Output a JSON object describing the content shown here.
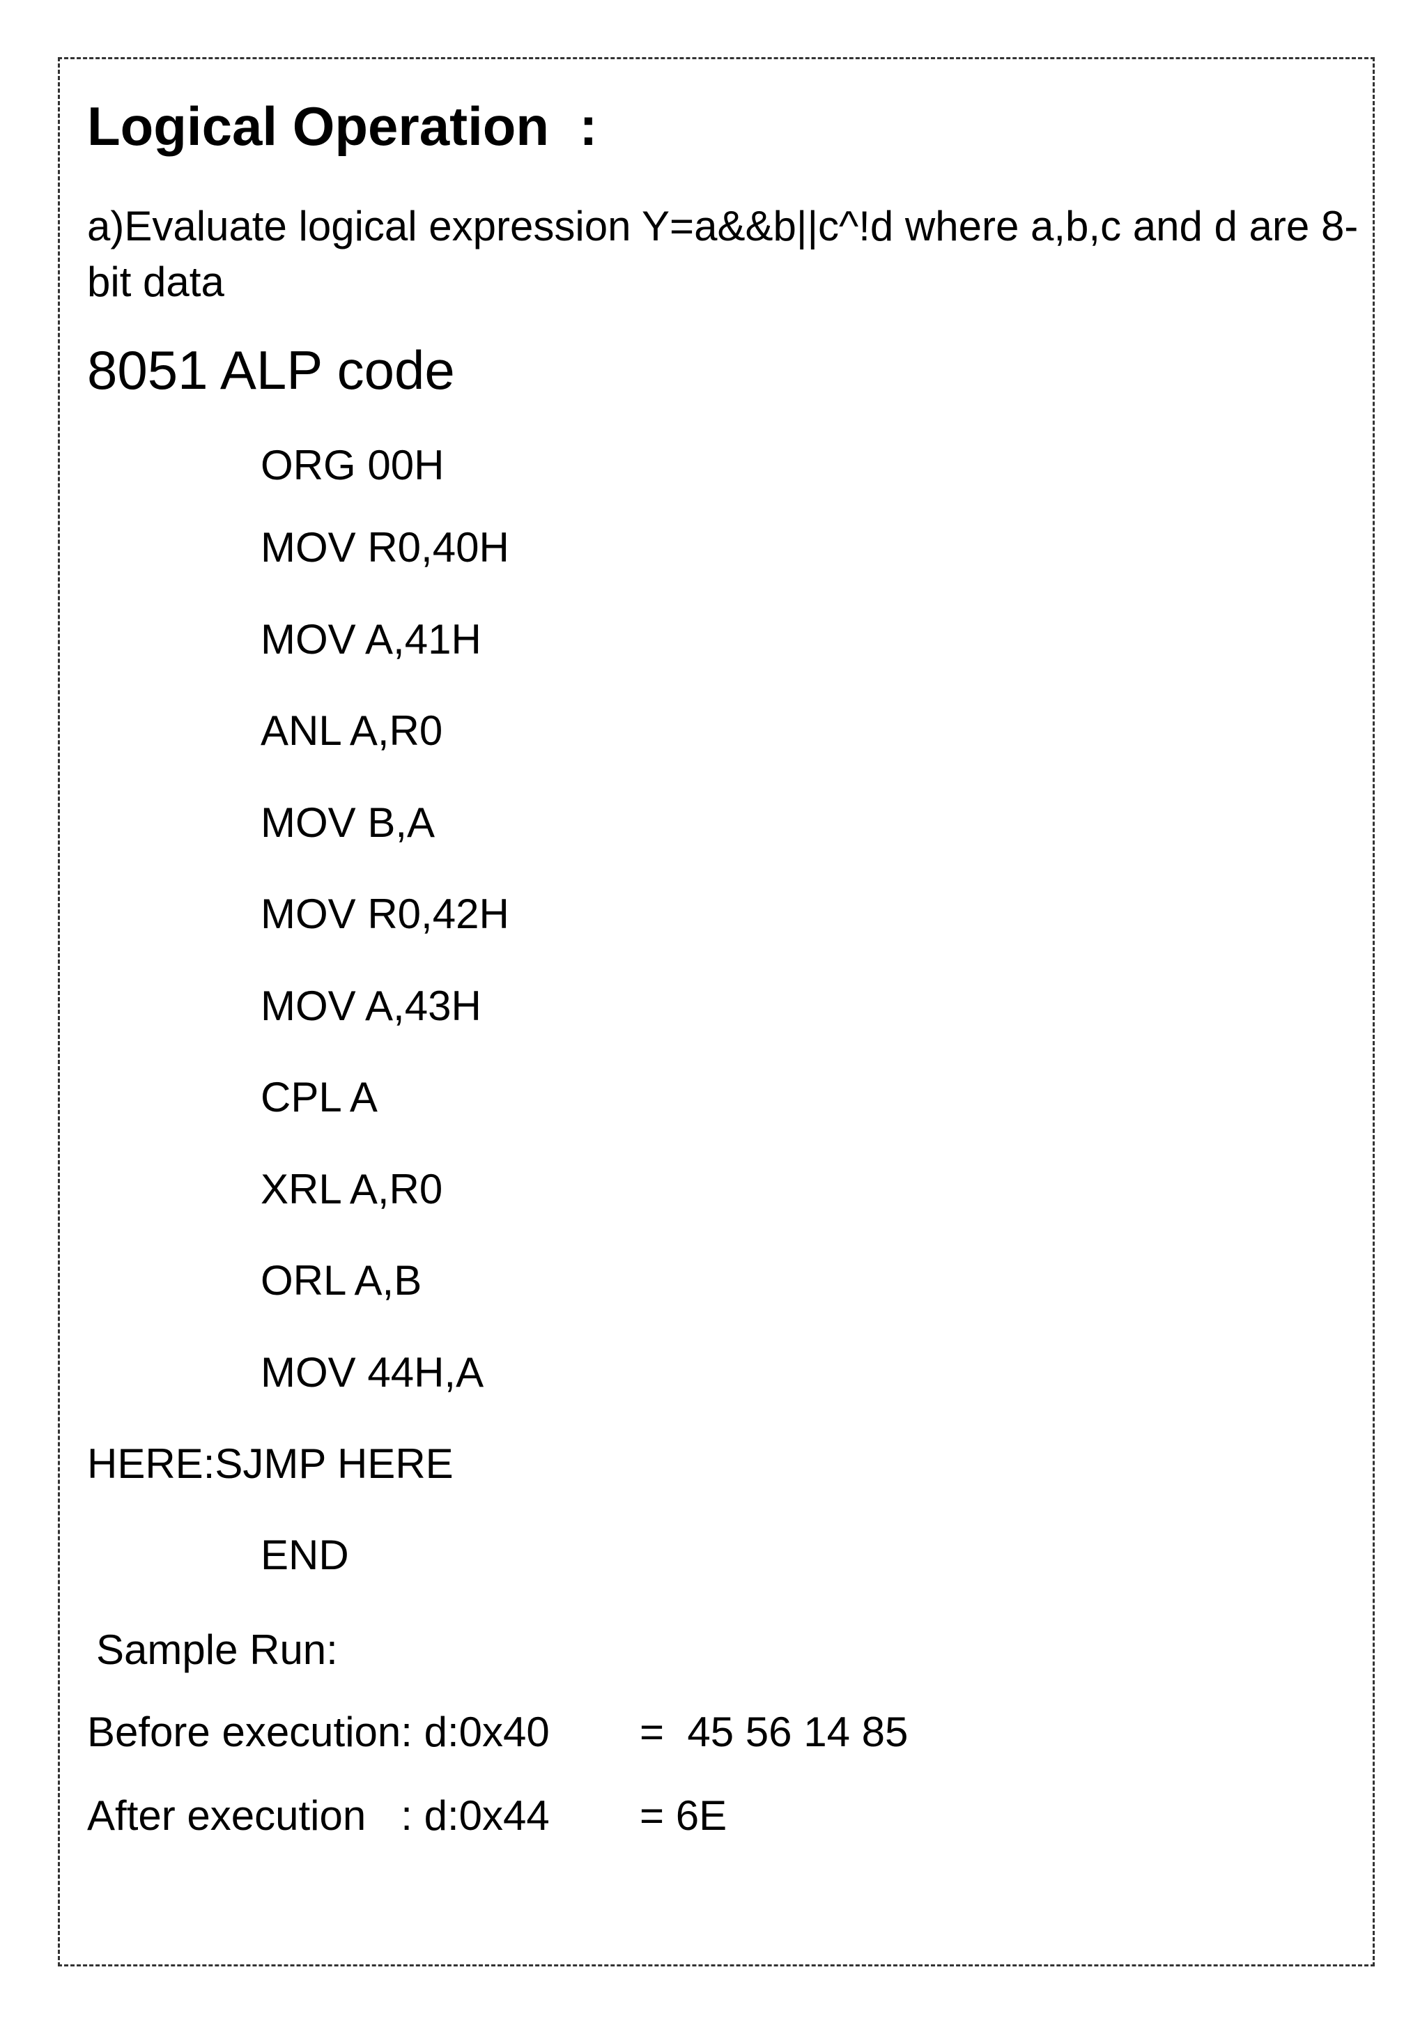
{
  "document": {
    "title": "Logical Operation  :",
    "problem_statement": "a)Evaluate logical expression Y=a&&b||c^!d where a,b,c and d are 8-bit data",
    "code_heading": "8051 ALP code",
    "code_lines": [
      "ORG 00H",
      "MOV R0,40H",
      "MOV A,41H",
      "ANL A,R0",
      "MOV B,A",
      "MOV R0,42H",
      "MOV A,43H",
      "CPL A",
      "XRL A,R0",
      "ORL A,B",
      "MOV 44H,A",
      "HERE:SJMP HERE",
      "END"
    ],
    "sample_run_title": "Sample Run:",
    "before_label": "Before execution: d:0x40",
    "before_value": "=  45 56 14 85",
    "after_label": "After execution   : d:0x44",
    "after_value": "= 6E"
  }
}
